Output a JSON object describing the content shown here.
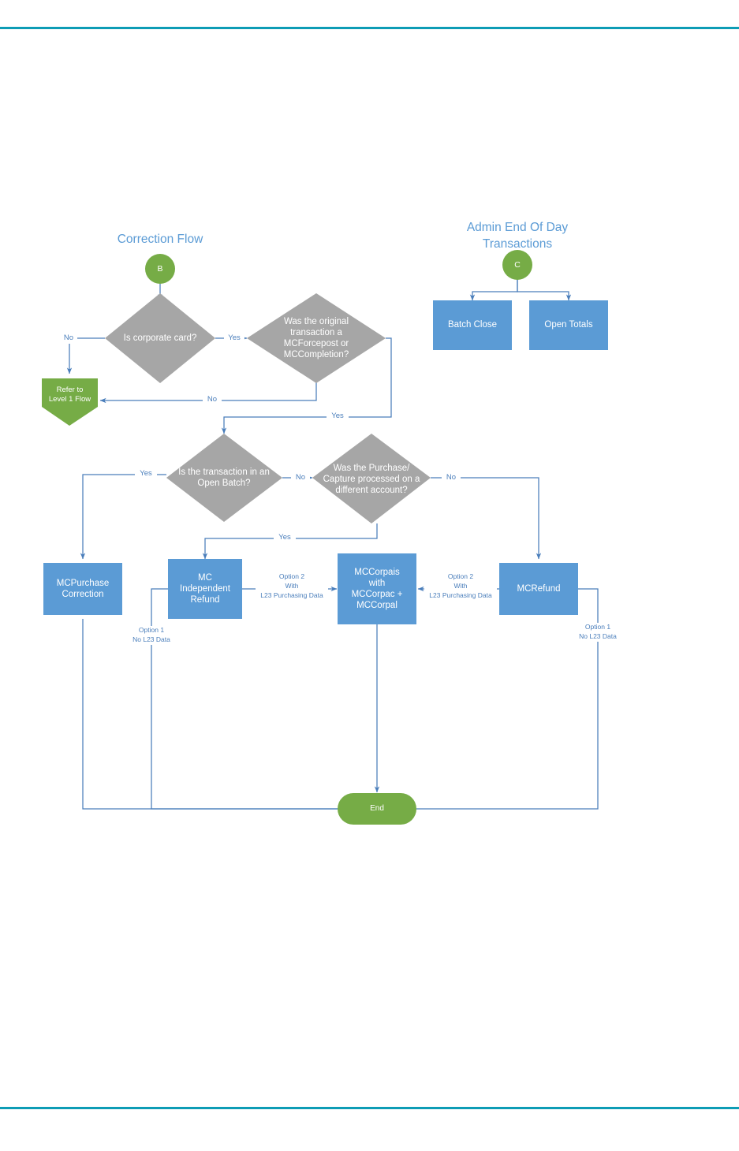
{
  "page": {
    "rule_color": "#0d9cb5",
    "background": "#ffffff"
  },
  "palette": {
    "decision_gray": "#a6a6a6",
    "process_blue": "#5b9bd5",
    "terminal_green": "#76ac46",
    "connector_blue": "#4a7ebb",
    "title_blue": "#5b9bd5",
    "label_blue": "#4a7ebb",
    "node_text": "#ffffff"
  },
  "titles": {
    "correction_flow": "Correction Flow",
    "admin_end_of_day": "Admin End Of Day\nTransactions"
  },
  "nodes": {
    "connector_b": "B",
    "connector_c": "C",
    "decision_corporate_card": "Is corporate card?",
    "decision_original_transaction": "Was the original transaction a MCForcepost or MCCompletion?",
    "decision_open_batch": "Is the transaction in an Open Batch?",
    "decision_different_account": "Was the Purchase/ Capture processed on a different account?",
    "refer_level1": "Refer to\nLevel 1 Flow",
    "batch_close": "Batch Close",
    "open_totals": "Open Totals",
    "mcpurchase_correction": "MCPurchase\nCorrection",
    "mc_independent_refund": "MC\nIndependent\nRefund",
    "mccorpais": "MCCorpais\nwith\nMCCorpac +\nMCCorpal",
    "mcrefund": "MCRefund",
    "end": "End"
  },
  "edge_labels": {
    "corporate_no": "No",
    "corporate_yes": "Yes",
    "original_no": "No",
    "original_yes": "Yes",
    "open_batch_yes": "Yes",
    "open_batch_no": "No",
    "different_account_yes": "Yes",
    "different_account_no": "No",
    "option2_left": "Option 2\nWith\nL23 Purchasing Data",
    "option2_right": "Option 2\nWith\nL23 Purchasing Data",
    "option1_left": "Option 1\nNo L23 Data",
    "option1_right": "Option 1\nNo L23 Data"
  }
}
